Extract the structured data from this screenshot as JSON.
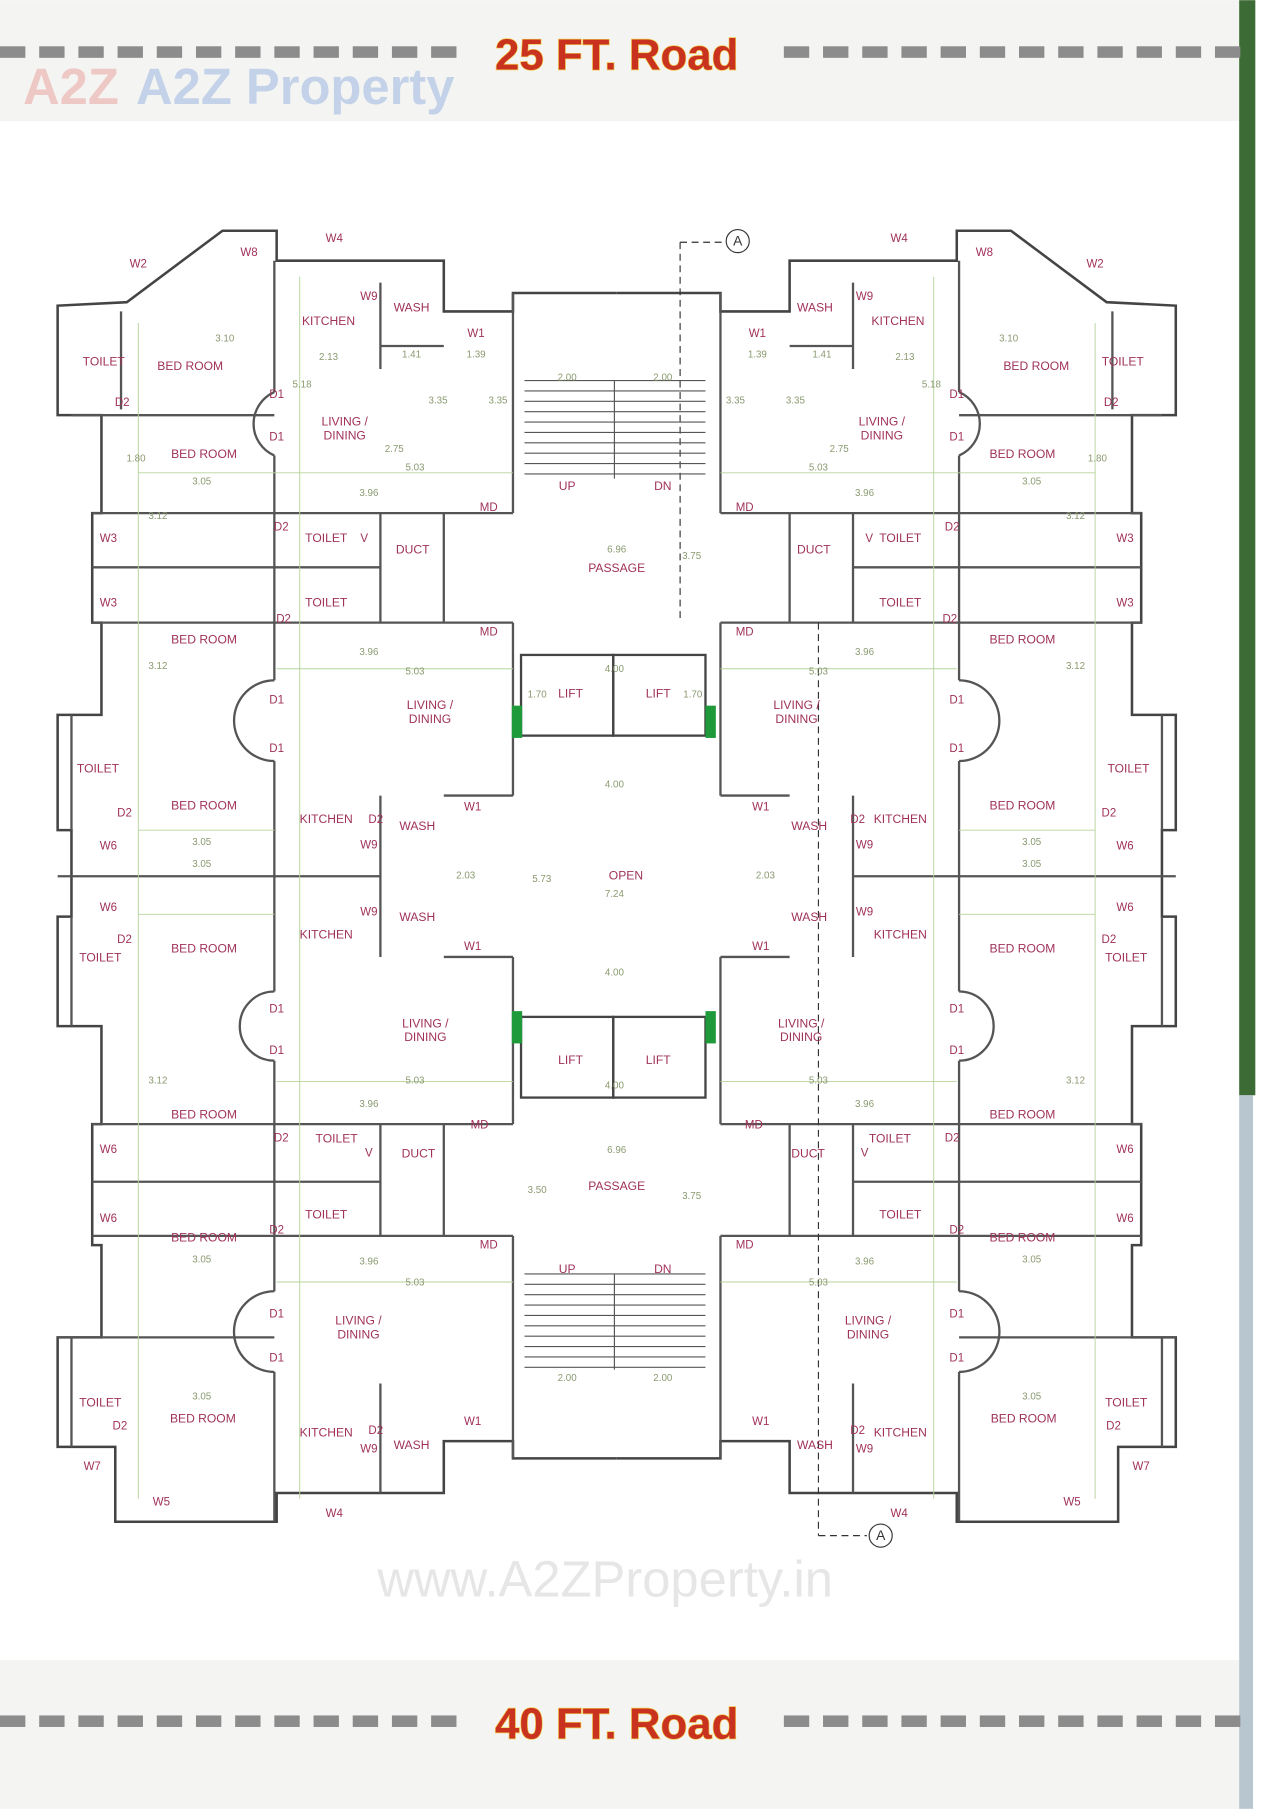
{
  "roads": {
    "top": "25 FT. Road",
    "bottom": "40 FT. Road"
  },
  "watermark": {
    "logo": "A2Z Property",
    "url": "www.A2ZProperty.in"
  },
  "section_marker": "A",
  "rooms": {
    "bed_room": "BED ROOM",
    "kitchen": "KITCHEN",
    "wash": "WASH",
    "living_1": "LIVING /",
    "living_2": "DINING",
    "toilet": "TOILET",
    "duct": "DUCT",
    "passage": "PASSAGE",
    "lift": "LIFT",
    "open": "OPEN",
    "up": "UP",
    "dn": "DN"
  },
  "tags": {
    "d1": "D1",
    "d2": "D2",
    "md": "MD",
    "w1": "W1",
    "w2": "W2",
    "w3": "W3",
    "w4": "W4",
    "w5": "W5",
    "w6": "W6",
    "w7": "W7",
    "w8": "W8",
    "w9": "W9",
    "v": "V"
  },
  "dimensions": {
    "d503": "5.03",
    "d305": "3.05",
    "d396": "3.96",
    "d213": "2.13",
    "d696": "6.96",
    "d400": "4.00",
    "d724": "7.24",
    "d573": "5.73",
    "d375": "3.75",
    "d200": "2.00",
    "d335": "3.35",
    "d275": "2.75",
    "d518": "5.18",
    "d141": "1.41",
    "d139": "1.39",
    "d180": "1.80",
    "d312": "3.12",
    "d310": "3.10",
    "d170": "1.70",
    "d203": "2.03",
    "d350": "3.50"
  },
  "colors": {
    "road_text": "#c8321e",
    "room_label": "#a0325a",
    "dimension": "#b6d39a",
    "lift_marker": "#1f9a3a"
  }
}
